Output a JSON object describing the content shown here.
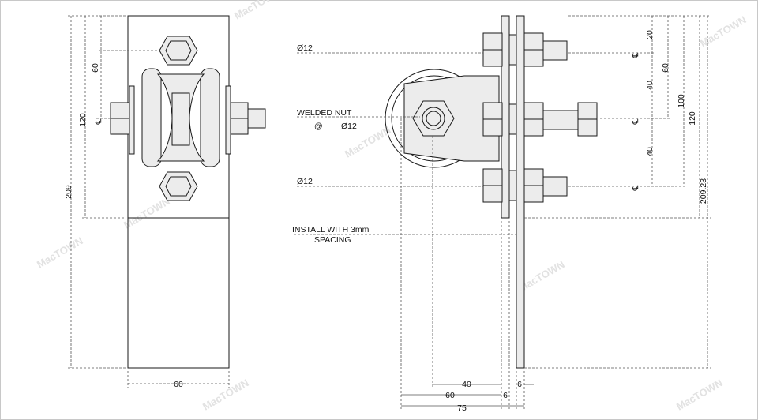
{
  "drawing": {
    "left_view": {
      "dim_width": "60",
      "dim_overall_height": "209",
      "dim_height_120": "120",
      "dim_height_60": "60",
      "centerline": "℄"
    },
    "right_view": {
      "bolt_top": "Ø12",
      "welded_nut_label": "WELDED NUT",
      "welded_nut_at": "@",
      "welded_nut_size": "Ø12",
      "bolt_bottom": "Ø12",
      "install_note_line1": "INSTALL WITH 3mm",
      "install_note_line2": "SPACING",
      "dim_20": "20",
      "dim_40_upper": "40",
      "dim_60": "60",
      "dim_100": "100",
      "dim_120": "120",
      "dim_40_lower": "40",
      "dim_209_23": "209.23",
      "dim_40_bottom": "40",
      "dim_6_bottom": "6",
      "dim_6_right": "6",
      "dim_60_bottom": "60",
      "dim_75": "75",
      "centerline": "℄"
    }
  }
}
